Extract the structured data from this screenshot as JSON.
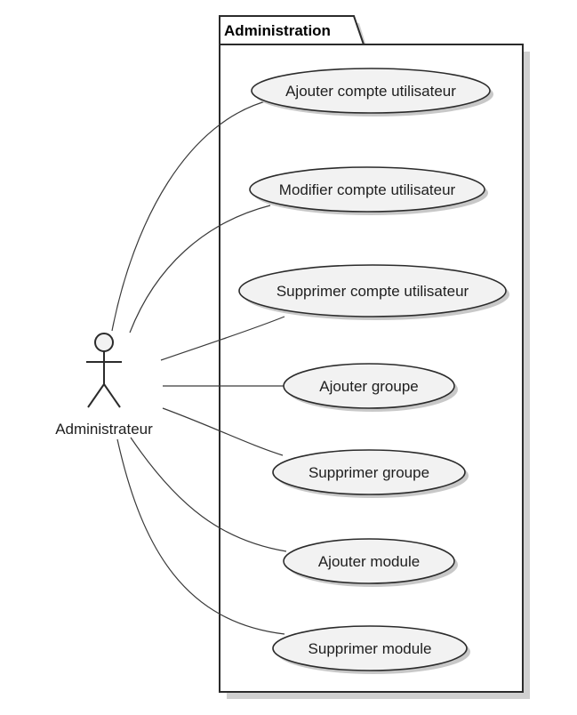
{
  "package": {
    "name": "Administration"
  },
  "actor": {
    "name": "Administrateur"
  },
  "use_cases": [
    {
      "label": "Ajouter compte utilisateur"
    },
    {
      "label": "Modifier compte utilisateur"
    },
    {
      "label": "Supprimer compte utilisateur"
    },
    {
      "label": "Ajouter groupe"
    },
    {
      "label": "Supprimer groupe"
    },
    {
      "label": "Ajouter module"
    },
    {
      "label": "Supprimer module"
    }
  ],
  "colors": {
    "ellipse_fill": "#f2f2f2",
    "stroke": "#2b2b2b",
    "shadow": "#c8c8c8"
  }
}
